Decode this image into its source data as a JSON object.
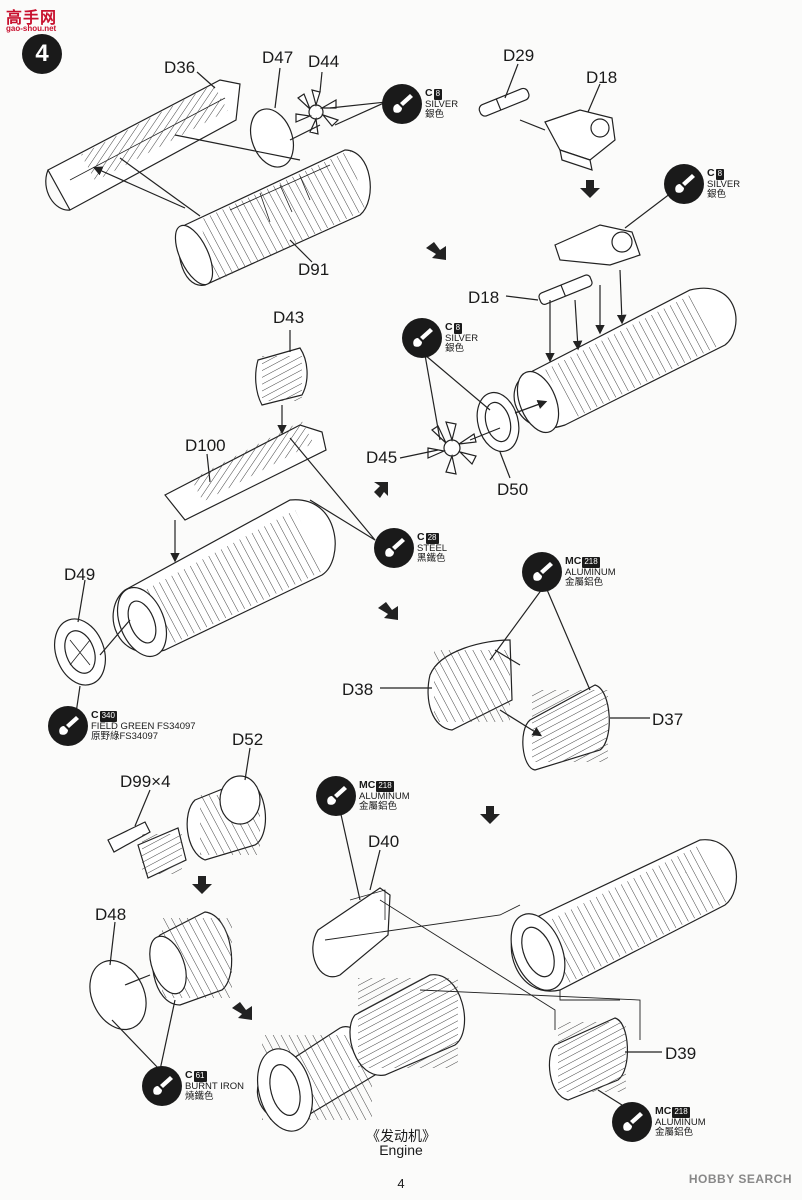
{
  "header": {
    "logo_text": "高手网",
    "logo_sub": "gao-shou.net",
    "step_number": "4"
  },
  "parts": {
    "d36": "D36",
    "d47": "D47",
    "d44": "D44",
    "d29": "D29",
    "d18a": "D18",
    "d91": "D91",
    "d18b": "D18",
    "d43": "D43",
    "d100": "D100",
    "d45": "D45",
    "d50": "D50",
    "d49": "D49",
    "d38": "D38",
    "d37": "D37",
    "d52": "D52",
    "d99": "D99×4",
    "d40": "D40",
    "d48": "D48",
    "d39": "D39"
  },
  "paints": {
    "silver": {
      "code": "C",
      "num": "8",
      "en": "SILVER",
      "cn": "銀色"
    },
    "steel": {
      "code": "C",
      "num": "28",
      "en": "STEEL",
      "cn": "黑鐵色"
    },
    "aluminum": {
      "code": "MC",
      "num": "218",
      "en": "ALUMINUM",
      "cn": "金屬鋁色"
    },
    "green": {
      "code": "C",
      "num": "340",
      "en": "FIELD GREEN FS34097",
      "cn": "原野綠FS34097"
    },
    "burnt": {
      "code": "C",
      "num": "61",
      "en": "BURNT IRON",
      "cn": "燒鐵色"
    }
  },
  "caption": {
    "cn": "《发动机》",
    "en": "Engine"
  },
  "footer": {
    "page": "4",
    "watermark": "HOBBY SEARCH"
  }
}
